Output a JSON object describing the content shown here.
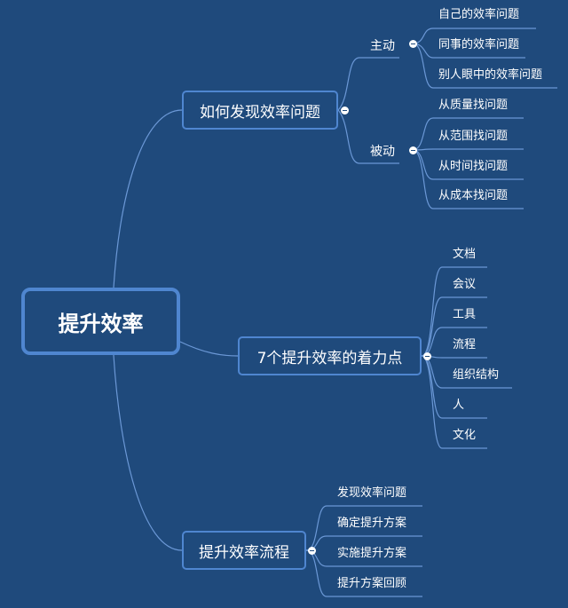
{
  "root": {
    "label": "提升效率"
  },
  "branches": [
    {
      "label": "如何发现效率问题",
      "groups": [
        {
          "label": "主动",
          "items": [
            "自己的效率问题",
            "同事的效率问题",
            "别人眼中的效率问题"
          ]
        },
        {
          "label": "被动",
          "items": [
            "从质量找问题",
            "从范围找问题",
            "从时间找问题",
            "从成本找问题"
          ]
        }
      ]
    },
    {
      "label": "7个提升效率的着力点",
      "items": [
        "文档",
        "会议",
        "工具",
        "流程",
        "组织结构",
        "人",
        "文化"
      ]
    },
    {
      "label": "提升效率流程",
      "items": [
        "发现效率问题",
        "确定提升方案",
        "实施提升方案",
        "提升方案回顾"
      ]
    }
  ],
  "colors": {
    "background": "#1f4a7c",
    "line": "#6b98d6",
    "border": "#4f86d0",
    "text": "#ffffff"
  }
}
